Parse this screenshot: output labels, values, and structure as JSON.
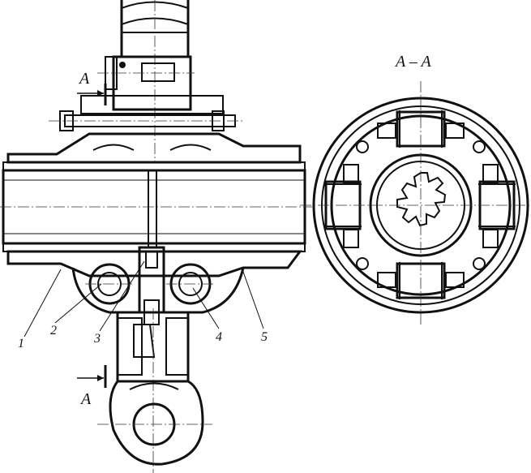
{
  "section_title": "A – A",
  "section_mark_top": "A",
  "section_mark_bottom": "A",
  "callouts": [
    "1",
    "2",
    "3",
    "4",
    "5"
  ]
}
